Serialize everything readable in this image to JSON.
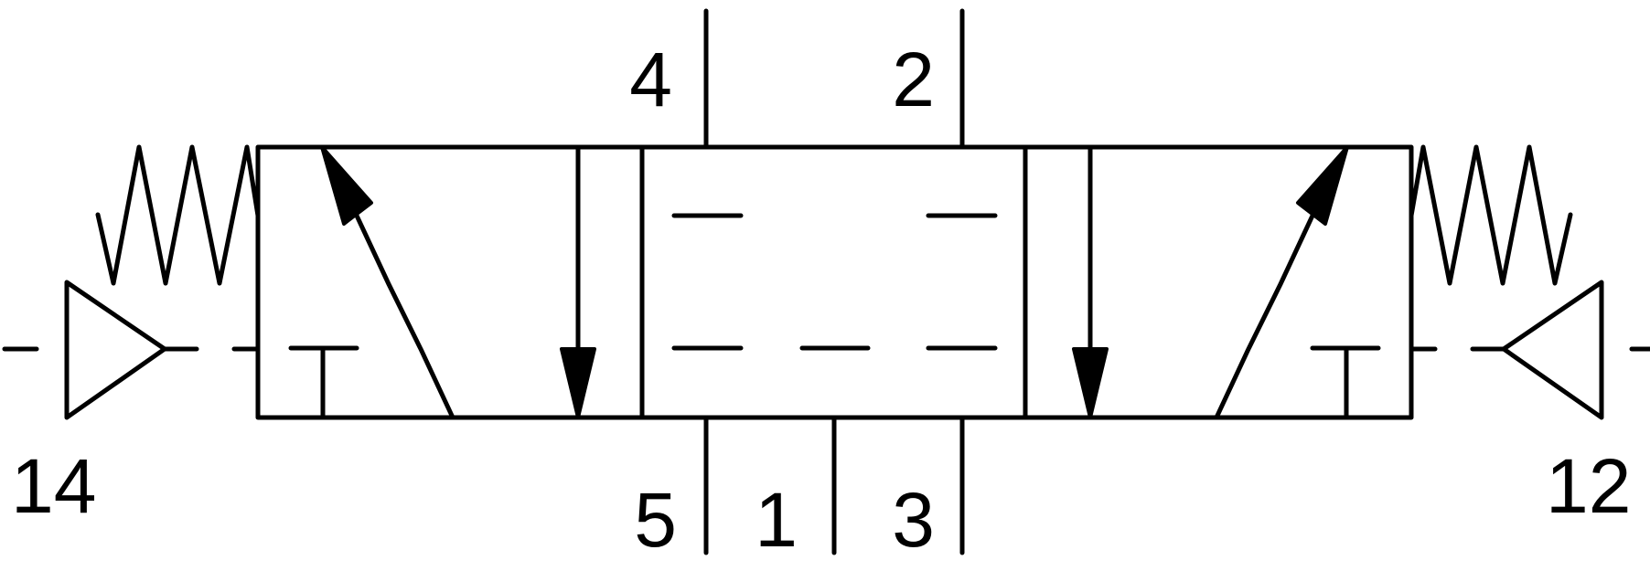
{
  "diagram": {
    "ports": {
      "working_a": "4",
      "working_b": "2",
      "exhaust_a": "5",
      "supply": "1",
      "exhaust_b": "3",
      "pilot_left": "14",
      "pilot_right": "12"
    },
    "colors": {
      "stroke": "#000000",
      "background": "#ffffff"
    }
  }
}
